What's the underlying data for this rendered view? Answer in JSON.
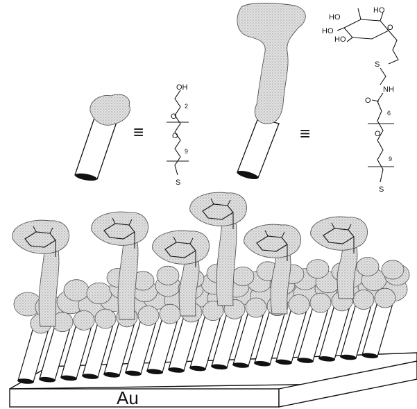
{
  "labels": {
    "substrate": "Au",
    "oh": "OH",
    "ho": "HO",
    "s": "S",
    "nh": "NH",
    "o": "O",
    "peg_repeat_short": "2",
    "peg_repeat_long": "6",
    "alkyl_repeat": "9",
    "equivalence": "≡"
  }
}
